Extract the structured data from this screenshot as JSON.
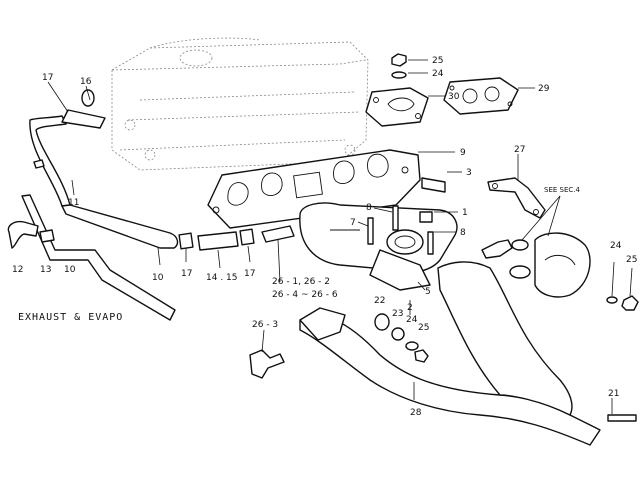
{
  "caption": "EXHAUST & EVAPO",
  "note": "SEE SEC.4",
  "labels": [
    {
      "id": "l25a",
      "text": "25"
    },
    {
      "id": "l24a",
      "text": "24"
    },
    {
      "id": "l29",
      "text": "29"
    },
    {
      "id": "l30",
      "text": "30"
    },
    {
      "id": "l17a",
      "text": "17"
    },
    {
      "id": "l16",
      "text": "16"
    },
    {
      "id": "l9",
      "text": "9"
    },
    {
      "id": "l27",
      "text": "27"
    },
    {
      "id": "l3",
      "text": "3"
    },
    {
      "id": "l11",
      "text": "11"
    },
    {
      "id": "l8a",
      "text": "8"
    },
    {
      "id": "l1",
      "text": "1"
    },
    {
      "id": "l7",
      "text": "7"
    },
    {
      "id": "l8b",
      "text": "8"
    },
    {
      "id": "l12",
      "text": "12"
    },
    {
      "id": "l13",
      "text": "13"
    },
    {
      "id": "l10a",
      "text": "10"
    },
    {
      "id": "l10b",
      "text": "10"
    },
    {
      "id": "l17b",
      "text": "17"
    },
    {
      "id": "l1415",
      "text": "14 . 15"
    },
    {
      "id": "l17c",
      "text": "17"
    },
    {
      "id": "l26a",
      "text": "26 - 1, 26 - 2"
    },
    {
      "id": "l26b",
      "text": "26 - 4 ~ 26 - 6"
    },
    {
      "id": "l5",
      "text": "5"
    },
    {
      "id": "l2",
      "text": "2"
    },
    {
      "id": "l22",
      "text": "22"
    },
    {
      "id": "l23",
      "text": "23"
    },
    {
      "id": "l24b",
      "text": "24"
    },
    {
      "id": "l25b",
      "text": "25"
    },
    {
      "id": "l263",
      "text": "26 - 3"
    },
    {
      "id": "l24c",
      "text": "24"
    },
    {
      "id": "l25c",
      "text": "25"
    },
    {
      "id": "l28",
      "text": "28"
    },
    {
      "id": "l21",
      "text": "21"
    }
  ]
}
